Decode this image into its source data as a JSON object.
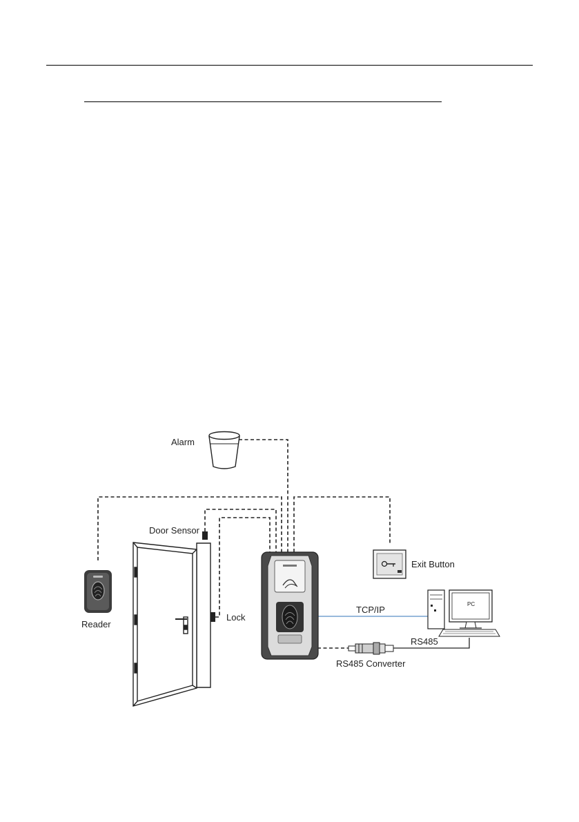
{
  "diagram": {
    "labels": {
      "alarm": "Alarm",
      "door_sensor": "Door Sensor",
      "exit_button": "Exit Button",
      "reader": "Reader",
      "lock": "Lock",
      "tcp_ip": "TCP/IP",
      "rs485": "RS485",
      "rs485_converter": "RS485 Converter",
      "pc": "PC"
    },
    "colors": {
      "line": "#222222",
      "tcp_ip_line": "#5b8fc7",
      "device_body": "#4a4a4a",
      "device_face": "#dcdcdc"
    }
  }
}
